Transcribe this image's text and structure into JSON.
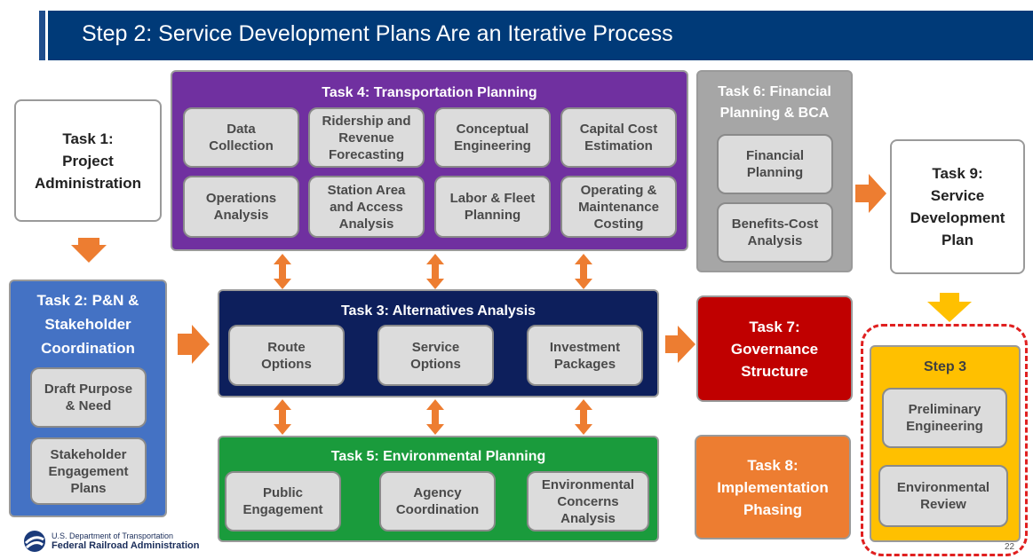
{
  "title": "Step 2: Service Development Plans Are an Iterative Process",
  "task1": {
    "label": "Task 1:\nProject\nAdministration"
  },
  "task2": {
    "title": "Task 2: P&N &\nStakeholder\nCoordination",
    "items": [
      "Draft Purpose\n& Need",
      "Stakeholder\nEngagement\nPlans"
    ]
  },
  "task3": {
    "title": "Task 3: Alternatives Analysis",
    "items": [
      "Route\nOptions",
      "Service\nOptions",
      "Investment\nPackages"
    ]
  },
  "task4": {
    "title": "Task 4: Transportation  Planning",
    "items": [
      "Data\nCollection",
      "Ridership and\nRevenue\nForecasting",
      "Conceptual\nEngineering",
      "Capital Cost\nEstimation",
      "Operations\nAnalysis",
      "Station Area\nand Access\nAnalysis",
      "Labor & Fleet\nPlanning",
      "Operating &\nMaintenance\nCosting"
    ]
  },
  "task5": {
    "title": "Task 5: Environmental Planning",
    "items": [
      "Public\nEngagement",
      "Agency\nCoordination",
      "Environmental\nConcerns\nAnalysis"
    ]
  },
  "task6": {
    "title": "Task 6: Financial\nPlanning & BCA",
    "items": [
      "Financial\nPlanning",
      "Benefits-Cost\nAnalysis"
    ]
  },
  "task7": {
    "label": "Task 7:\nGovernance\nStructure"
  },
  "task8": {
    "label": "Task 8:\nImplementation\nPhasing"
  },
  "task9": {
    "label": "Task 9:\nService\nDevelopment\nPlan"
  },
  "step3": {
    "title": "Step 3",
    "items": [
      "Preliminary\nEngineering",
      "Environmental\nReview"
    ]
  },
  "footer": {
    "line1": "U.S. Department of Transportation",
    "line2": "Federal Railroad Administration"
  },
  "page_number": "22",
  "colors": {
    "title_bar": "#003a78",
    "task2": "#4472c4",
    "task3": "#0d1f5c",
    "task4": "#7030a0",
    "task5": "#1a9b3c",
    "task6": "#a6a6a6",
    "task7": "#c00000",
    "task8": "#ed7d31",
    "step3": "#ffc000",
    "arrow": "#ed7d31",
    "dashed": "#e02020"
  }
}
